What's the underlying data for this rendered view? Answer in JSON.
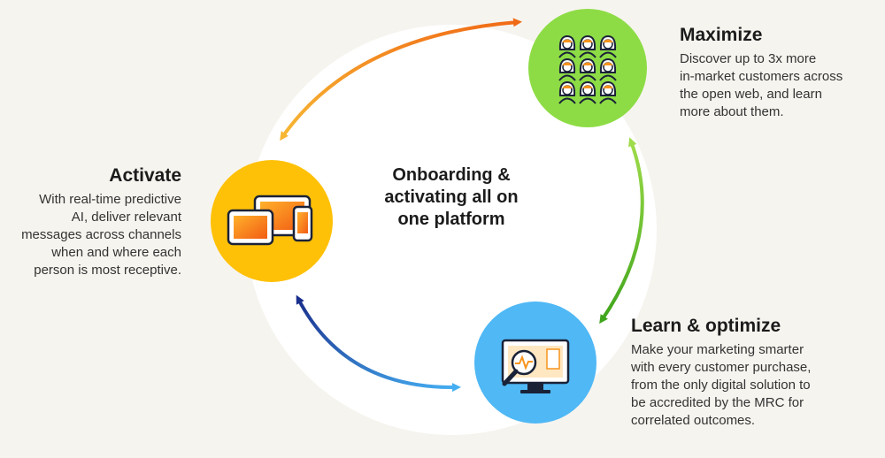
{
  "center": {
    "lines": [
      "Onboarding &",
      "activating all on",
      "one platform"
    ]
  },
  "maximize": {
    "title": "Maximize",
    "body": "Discover up to 3x more\nin-market customers across\nthe open web, and learn\nmore about them.",
    "icon": "people-grid-icon",
    "color": "#8ddc45"
  },
  "activate": {
    "title": "Activate",
    "body": "With real-time predictive\nAI, deliver relevant\nmessages across channels\nwhen and where each\nperson is most receptive.",
    "icon": "devices-icon",
    "color": "#ffc107"
  },
  "learn": {
    "title": "Learn & optimize",
    "body": "Make your marketing smarter\nwith every customer purchase,\nfrom the only digital solution to\nbe accredited by the MRC for\ncorrelated outcomes.",
    "icon": "analytics-monitor-icon",
    "color": "#4fb8f5"
  },
  "colors": {
    "background": "#f6f4ef",
    "arrow_top": [
      "#f5a623",
      "#f07a18"
    ],
    "arrow_right": [
      "#8ccf3a",
      "#4caf1f"
    ],
    "arrow_bottom": [
      "#1f3fa0",
      "#3fa4ee"
    ],
    "icon_dark": "#1a2238",
    "icon_orange": "#f7941d"
  }
}
